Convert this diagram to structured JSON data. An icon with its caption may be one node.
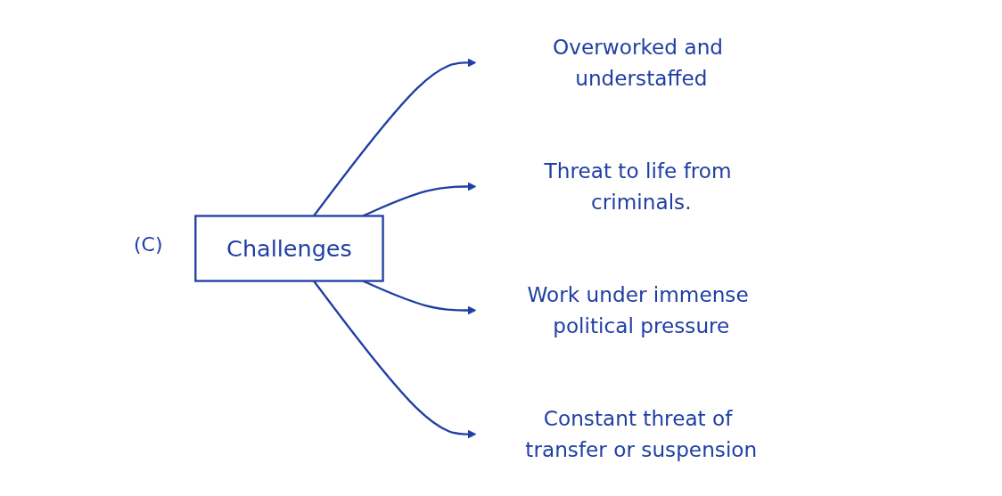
{
  "diagram": {
    "nodes": [
      {
        "text": [
          "Challenges"
        ]
      },
      {
        "text": [
          "Overworked and understaffed"
        ]
      },
      {
        "text": [
          "Threat to life from criminals."
        ]
      },
      {
        "text": [
          "Work under immense political pressure"
        ]
      },
      {
        "text": [
          "Constant threat of transfer or suspension"
        ]
      }
    ],
    "edges": [
      {
        "from": 0,
        "to": 1,
        "arrow": "to"
      },
      {
        "from": 0,
        "to": 2,
        "arrow": "to"
      },
      {
        "from": 0,
        "to": 3,
        "arrow": "to"
      },
      {
        "from": 0,
        "to": 4,
        "arrow": "to"
      }
    ],
    "labels": [
      "(C)"
    ]
  }
}
